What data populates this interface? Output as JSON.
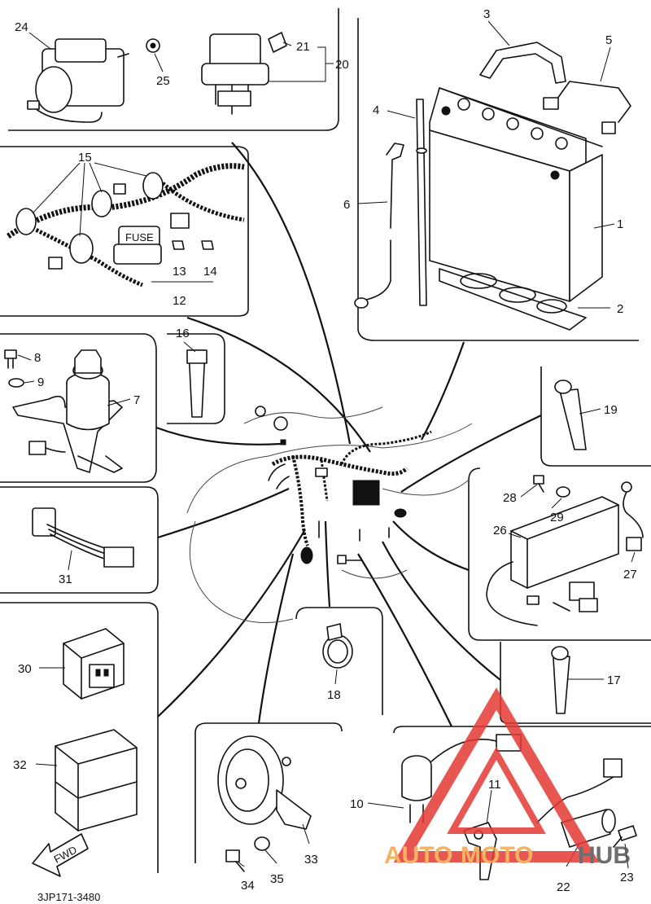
{
  "diagram_code": "3JP171-3480",
  "fwd_arrow_label": "FWD",
  "fuse_box_label": "FUSE",
  "watermark": {
    "text_left": "AUTO",
    "text_mid": "MOTO",
    "text_right": "HUB",
    "color_primary": "#f2a54a",
    "color_triangle": "#e53935",
    "color_dark": "#555555"
  },
  "callouts": [
    {
      "id": "1",
      "part": "battery"
    },
    {
      "id": "2",
      "part": "battery-rubber-pad"
    },
    {
      "id": "3",
      "part": "battery-band"
    },
    {
      "id": "4",
      "part": "breather-pipe"
    },
    {
      "id": "5",
      "part": "negative-lead"
    },
    {
      "id": "6",
      "part": "positive-lead"
    },
    {
      "id": "7",
      "part": "main-switch"
    },
    {
      "id": "8",
      "part": "bolt"
    },
    {
      "id": "9",
      "part": "washer"
    },
    {
      "id": "10",
      "part": "neutral-switch"
    },
    {
      "id": "11",
      "part": "bracket"
    },
    {
      "id": "12",
      "part": "fuse-set"
    },
    {
      "id": "13",
      "part": "fuse"
    },
    {
      "id": "14",
      "part": "fuse"
    },
    {
      "id": "15",
      "part": "clamp"
    },
    {
      "id": "16",
      "part": "band"
    },
    {
      "id": "17",
      "part": "band"
    },
    {
      "id": "18",
      "part": "clamp"
    },
    {
      "id": "19",
      "part": "band"
    },
    {
      "id": "20",
      "part": "starter-relay"
    },
    {
      "id": "21",
      "part": "fuse"
    },
    {
      "id": "22",
      "part": "stop-switch"
    },
    {
      "id": "23",
      "part": "screw"
    },
    {
      "id": "24",
      "part": "ignition-coil"
    },
    {
      "id": "25",
      "part": "nut"
    },
    {
      "id": "26",
      "part": "cdi-unit"
    },
    {
      "id": "27",
      "part": "sensor-lead"
    },
    {
      "id": "28",
      "part": "bolt"
    },
    {
      "id": "29",
      "part": "washer"
    },
    {
      "id": "30",
      "part": "relay"
    },
    {
      "id": "31",
      "part": "lead-connector"
    },
    {
      "id": "32",
      "part": "relay"
    },
    {
      "id": "33",
      "part": "horn"
    },
    {
      "id": "34",
      "part": "bolt"
    },
    {
      "id": "35",
      "part": "washer"
    }
  ]
}
